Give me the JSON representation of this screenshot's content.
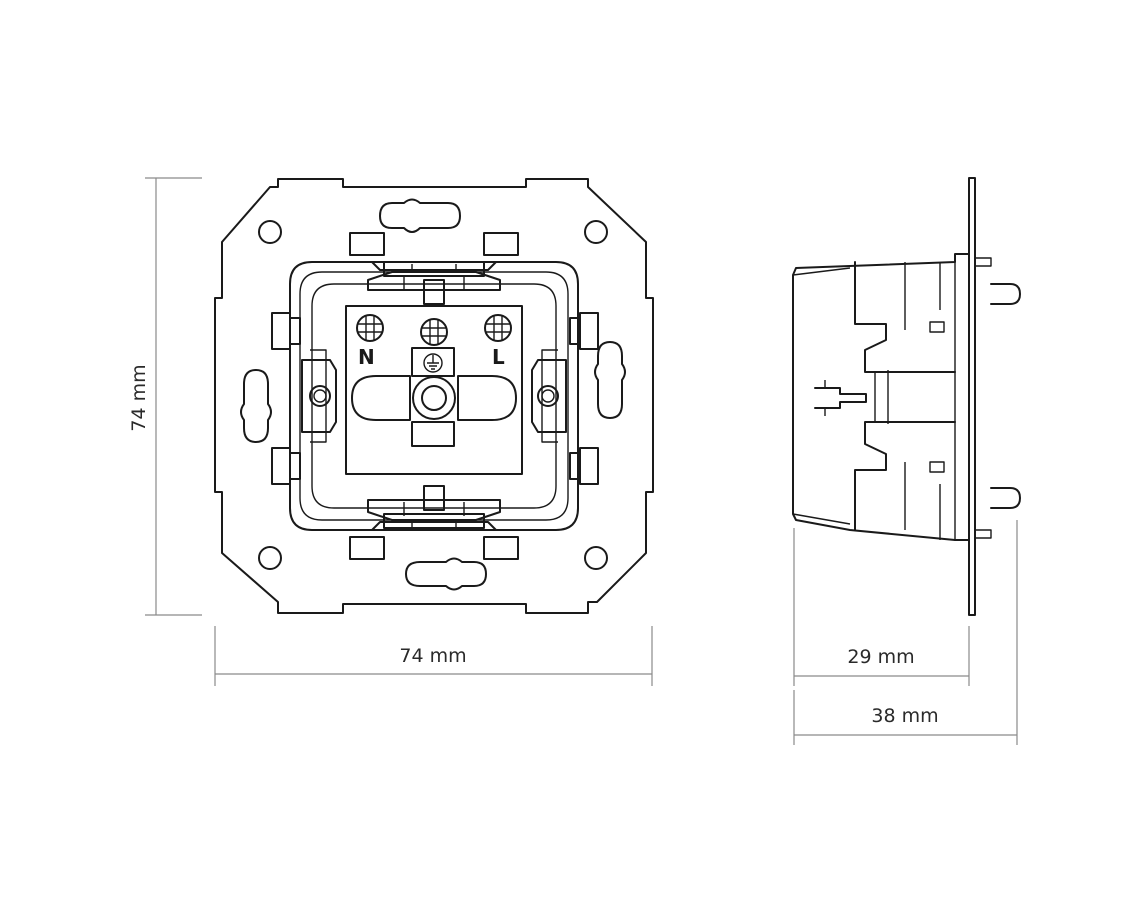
{
  "dimensions": {
    "height_front": "74 mm",
    "width_front": "74 mm",
    "depth_body": "29 mm",
    "depth_total": "38 mm"
  },
  "terminals": {
    "neutral": "N",
    "live": "L"
  }
}
